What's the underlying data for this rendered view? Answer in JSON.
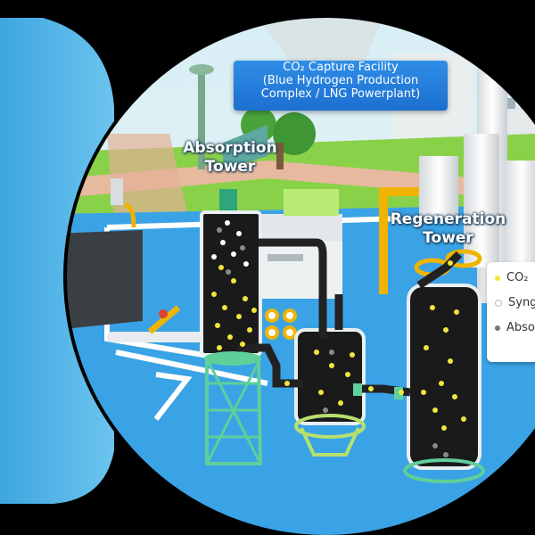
{
  "banner": {
    "line1": "CO₂ Capture Facility",
    "line2": "(Blue Hydrogen Production",
    "line3": "Complex / LNG Powerplant)"
  },
  "labels": {
    "absorption_line1": "Absorption",
    "absorption_line2": "Tower",
    "regeneration_line1": "Regeneration",
    "regeneration_line2": "Tower"
  },
  "legend": {
    "items": [
      {
        "label": "CO₂",
        "color": "#f2e63c"
      },
      {
        "label": "Syng",
        "color": "#ffffff"
      },
      {
        "label": "Abso",
        "color": "#777777"
      }
    ]
  },
  "colors": {
    "panel_blue": "#54b6e8",
    "floor_blue": "#3aa3e6",
    "grass": "#8ad14a",
    "co2_particle": "#f2e63c",
    "tower_body": "#1a1a1a",
    "support_green": "#5fcf9a"
  }
}
